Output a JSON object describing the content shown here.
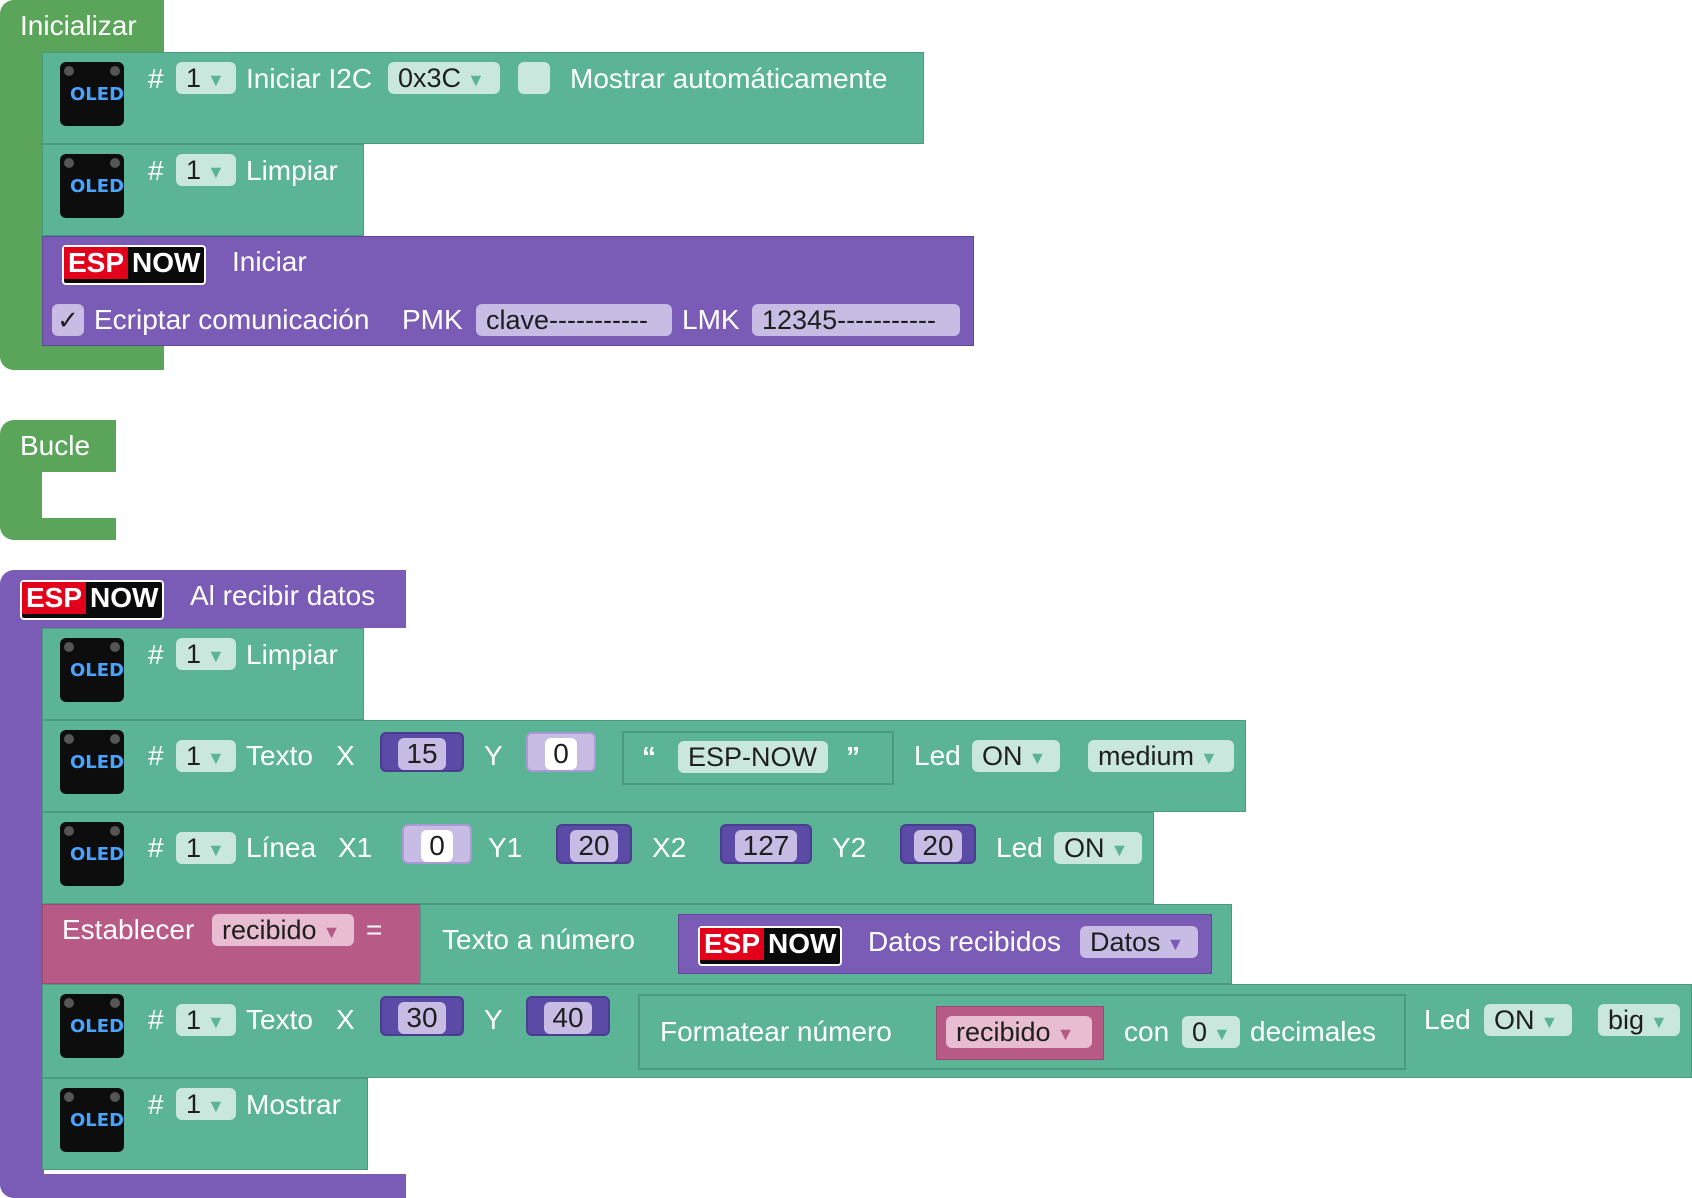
{
  "init": {
    "hat_label": "Inicializar",
    "i2c": {
      "hash": "#",
      "index": "1",
      "label": "Iniciar I2C",
      "address": "0x3C",
      "auto_label": "Mostrar automáticamente"
    },
    "clear": {
      "hash": "#",
      "index": "1",
      "label": "Limpiar"
    },
    "espnow": {
      "logo_a": "ESP",
      "logo_b": "NOW",
      "label": "Iniciar",
      "check": "✓",
      "encrypt_label": "Ecriptar comunicación",
      "pmk_label": "PMK",
      "pmk_value": "clave-----------",
      "lmk_label": "LMK",
      "lmk_value": "12345-----------"
    }
  },
  "loop": {
    "hat_label": "Bucle"
  },
  "receive": {
    "logo_a": "ESP",
    "logo_b": "NOW",
    "hat_label": "Al recibir datos",
    "clear": {
      "hash": "#",
      "index": "1",
      "label": "Limpiar"
    },
    "text1": {
      "hash": "#",
      "index": "1",
      "label": "Texto",
      "x_label": "X",
      "x_value": "15",
      "y_label": "Y",
      "y_value": "0",
      "q_open": "“",
      "string": "ESP-NOW",
      "q_close": "”",
      "led_label": "Led",
      "led_value": "ON",
      "size": "medium"
    },
    "line": {
      "hash": "#",
      "index": "1",
      "label": "Línea",
      "x1_label": "X1",
      "x1": "0",
      "y1_label": "Y1",
      "y1": "20",
      "x2_label": "X2",
      "x2": "127",
      "y2_label": "Y2",
      "y2": "20",
      "led_label": "Led",
      "led_value": "ON"
    },
    "set": {
      "label": "Establecer",
      "variable": "recibido",
      "eq": "=",
      "convert_label": "Texto a número",
      "logo_a": "ESP",
      "logo_b": "NOW",
      "data_label": "Datos recibidos",
      "data_value": "Datos"
    },
    "text2": {
      "hash": "#",
      "index": "1",
      "label": "Texto",
      "x_label": "X",
      "x_value": "30",
      "y_label": "Y",
      "y_value": "40",
      "format_label": "Formatear número",
      "variable": "recibido",
      "con_label": "con",
      "decimals": "0",
      "decimals_label": "decimales",
      "led_label": "Led",
      "led_value": "ON",
      "size": "big"
    },
    "show": {
      "hash": "#",
      "index": "1",
      "label": "Mostrar"
    }
  },
  "icons": {
    "oled": "OLED",
    "dropdown": "▼"
  },
  "colors": {
    "event_green": "#5ba55b",
    "oled_teal": "#5bb495",
    "espnow_purple": "#7a5cb6",
    "variable_pink": "#b85a86"
  }
}
